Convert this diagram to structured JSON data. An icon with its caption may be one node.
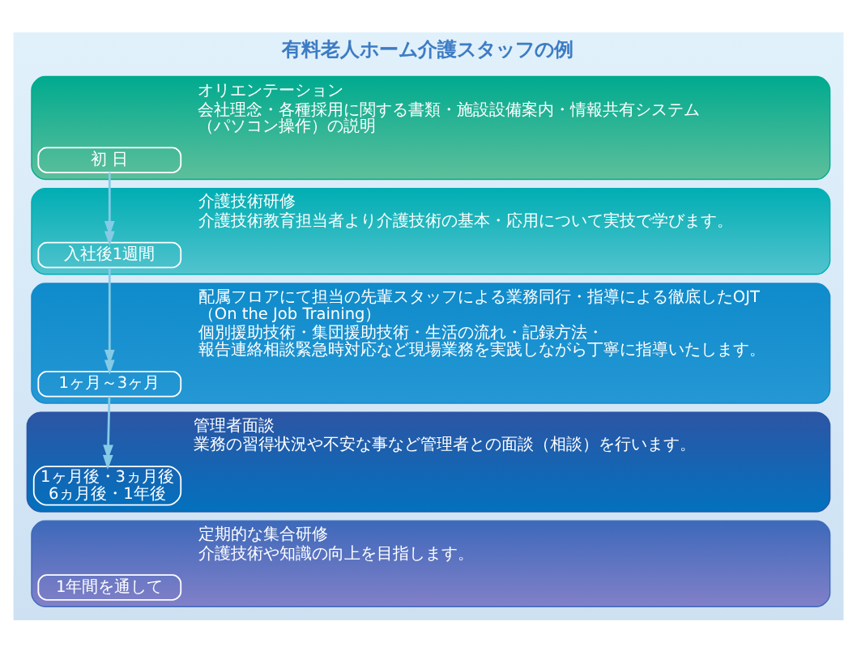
{
  "diagram": {
    "title": "有料老人ホーム介護スタッフの例",
    "nodes": [
      {
        "text": [
          "オリエンテーション",
          "会社理念・各種採用に関する書類・施設設備案内・情報共有システム（パソコン操作）の説明"
        ]
      },
      {
        "text": [
          "初 日"
        ],
        "in": 0
      },
      {
        "text": [
          "介護技術研修",
          "介護技術教育担当者より介護技術の基本・応用について実技で学びます。"
        ]
      },
      {
        "text": [
          "入社後1週間"
        ],
        "in": 2
      },
      {
        "text": [
          "配属フロアにて担当の先輩スタッフによる業務同行・指導による徹底したOJT（On the Job Training）",
          "個別援助技術・集団援助技術・生活の流れ・記録方法・報告連絡相談緊急時対応など現場業務を実践しながら丁寧に指導いたします。"
        ]
      },
      {
        "text": [
          "1ヶ月～3ヶ月"
        ],
        "in": 4
      },
      {
        "text": [
          "管理者面談",
          "業務の習得状況や不安な事など管理者との面談（相談）を行います。"
        ]
      },
      {
        "text": [
          "1ヶ月後・3ヵ月後6ヵ月後・1年後"
        ],
        "in": 6
      },
      {
        "text": [
          "定期的な集合研修",
          "介護技術や知識の向上を目指します。"
        ]
      },
      {
        "text": [
          "1年間を通して"
        ],
        "in": 8
      }
    ],
    "edges": [
      {
        "from": 1,
        "to": 3,
        "arrow": "to"
      },
      {
        "from": 3,
        "to": 5,
        "arrow": "to"
      },
      {
        "from": 5,
        "to": 7,
        "arrow": "to"
      }
    ]
  }
}
